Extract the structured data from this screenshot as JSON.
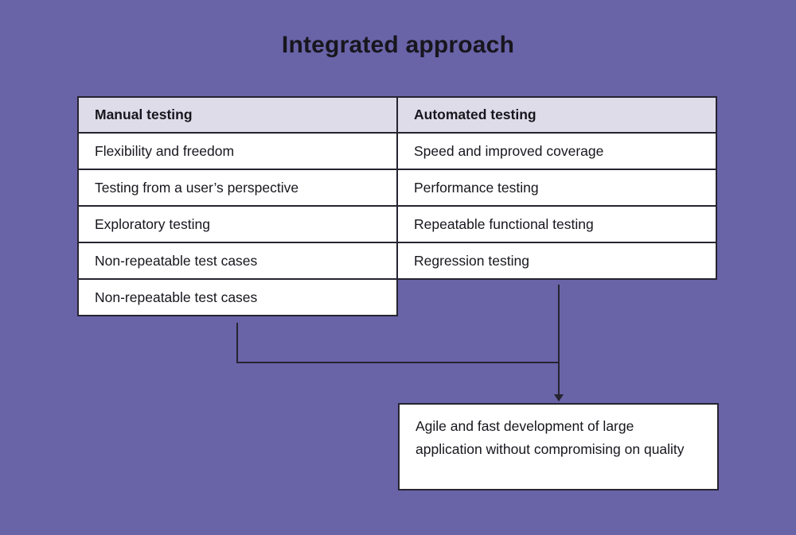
{
  "title": "Integrated approach",
  "table": {
    "columns": [
      {
        "header": "Manual testing",
        "rows": [
          "Flexibility and freedom",
          "Testing from a user’s perspective",
          "Exploratory testing",
          "Non-repeatable test cases",
          "Non-repeatable test cases"
        ]
      },
      {
        "header": "Automated testing",
        "rows": [
          "Speed and improved coverage",
          "Performance testing",
          "Repeatable functional testing",
          "Regression testing"
        ]
      }
    ]
  },
  "result_box": {
    "text": "Agile and fast development of large application without compromising on quality"
  },
  "colors": {
    "background": "#6963a8",
    "header_bg": "#dedce9",
    "border": "#262430",
    "cell_bg": "#ffffff",
    "text": "#17161d"
  }
}
